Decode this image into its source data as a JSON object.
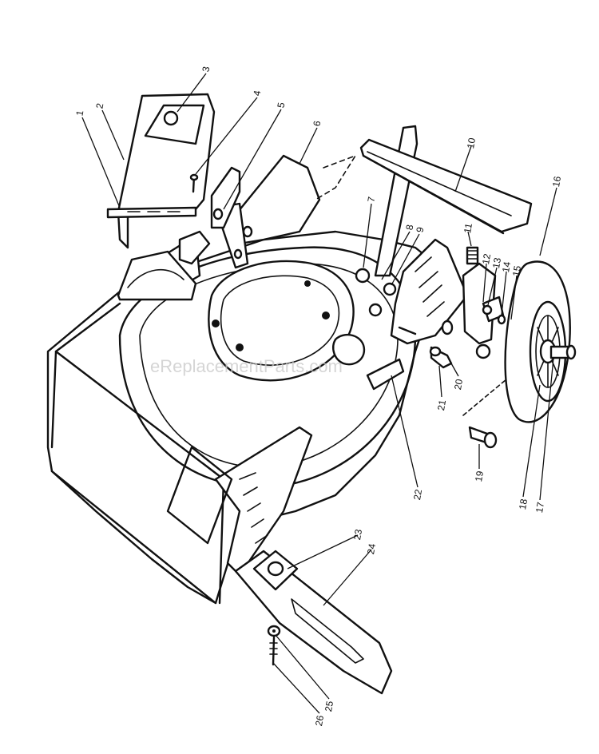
{
  "watermark": "eReplacementParts.com",
  "callouts": [
    {
      "id": "1",
      "label": "1"
    },
    {
      "id": "2",
      "label": "2"
    },
    {
      "id": "3",
      "label": "3"
    },
    {
      "id": "4",
      "label": "4"
    },
    {
      "id": "5",
      "label": "5"
    },
    {
      "id": "6",
      "label": "6"
    },
    {
      "id": "7",
      "label": "7"
    },
    {
      "id": "8",
      "label": "8"
    },
    {
      "id": "9",
      "label": "9"
    },
    {
      "id": "10",
      "label": "10"
    },
    {
      "id": "11",
      "label": "11"
    },
    {
      "id": "12",
      "label": "12"
    },
    {
      "id": "13",
      "label": "13"
    },
    {
      "id": "14",
      "label": "14"
    },
    {
      "id": "15",
      "label": "15"
    },
    {
      "id": "16",
      "label": "16"
    },
    {
      "id": "17",
      "label": "17"
    },
    {
      "id": "18",
      "label": "18"
    },
    {
      "id": "19",
      "label": "19"
    },
    {
      "id": "20",
      "label": "20"
    },
    {
      "id": "21",
      "label": "21"
    },
    {
      "id": "22",
      "label": "22"
    },
    {
      "id": "23",
      "label": "23"
    },
    {
      "id": "24",
      "label": "24"
    },
    {
      "id": "25",
      "label": "25"
    },
    {
      "id": "26",
      "label": "26"
    }
  ]
}
